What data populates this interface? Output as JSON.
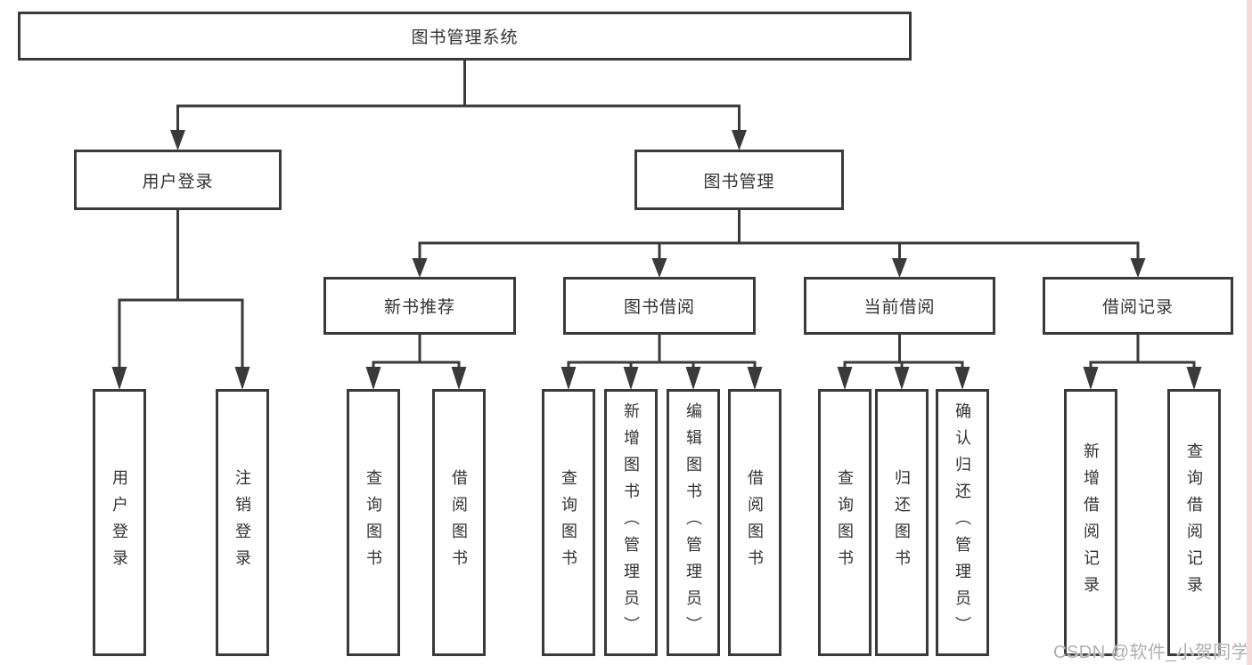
{
  "style": {
    "background": "#ffffff",
    "line_color": "#3a3a3a",
    "box_border_color": "#3a3a3a",
    "text_color": "#333333",
    "watermark_color": "#b0b0b0",
    "right_edge_strip_color": "#f6dada"
  },
  "diagram": {
    "type": "tree",
    "root": {
      "label": "图书管理系统"
    },
    "branches": [
      {
        "label": "用户登录",
        "parent": "图书管理系统"
      },
      {
        "label": "图书管理",
        "parent": "图书管理系统"
      }
    ],
    "modules": [
      {
        "label": "新书推荐",
        "parent": "图书管理"
      },
      {
        "label": "图书借阅",
        "parent": "图书管理"
      },
      {
        "label": "当前借阅",
        "parent": "图书管理"
      },
      {
        "label": "借阅记录",
        "parent": "图书管理"
      }
    ],
    "leaves": [
      {
        "label": "用户登录",
        "parent": "用户登录"
      },
      {
        "label": "注销登录",
        "parent": "用户登录"
      },
      {
        "label": "查询图书",
        "parent": "新书推荐"
      },
      {
        "label": "借阅图书",
        "parent": "新书推荐"
      },
      {
        "label": "查询图书",
        "parent": "图书借阅"
      },
      {
        "label": "新增图书（管理员）",
        "parent": "图书借阅"
      },
      {
        "label": "编辑图书（管理员）",
        "parent": "图书借阅"
      },
      {
        "label": "借阅图书",
        "parent": "图书借阅"
      },
      {
        "label": "查询图书",
        "parent": "当前借阅"
      },
      {
        "label": "归还图书",
        "parent": "当前借阅"
      },
      {
        "label": "确认归还（管理员）",
        "parent": "当前借阅"
      },
      {
        "label": "新增借阅记录",
        "parent": "借阅记录"
      },
      {
        "label": "查询借阅记录",
        "parent": "借阅记录"
      }
    ]
  },
  "watermark": {
    "text": "CSDN @软件_小贺同学"
  }
}
